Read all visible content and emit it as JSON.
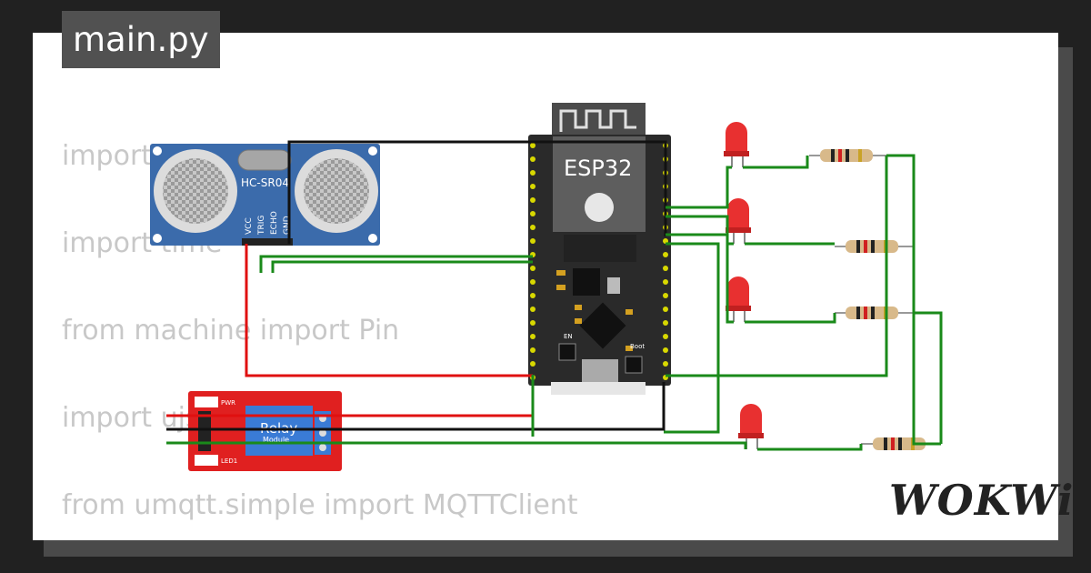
{
  "file_tab": {
    "label": "main.py"
  },
  "code_lines": [
    "import network",
    "import time",
    "from machine import Pin",
    "import ujson",
    "from umqtt.simple import MQTTClient"
  ],
  "components": {
    "ultrasonic": {
      "name": "HC-SR04",
      "pins": [
        "VCC",
        "TRIG",
        "ECHO",
        "GND"
      ]
    },
    "mcu": {
      "name": "ESP32",
      "buttons": [
        "EN",
        "Boot"
      ]
    },
    "relay": {
      "title": "Relay",
      "subtitle": "Module",
      "labels": [
        "PWR",
        "LED1"
      ]
    },
    "leds": 4,
    "resistors": 4
  },
  "brand": {
    "logo": "WOKWi"
  },
  "colors": {
    "wire_green": "#1a8a1a",
    "wire_red": "#e01010",
    "wire_black": "#111111",
    "led_red": "#e83030",
    "relay_red": "#e02020",
    "relay_blue": "#3a7bd5"
  }
}
